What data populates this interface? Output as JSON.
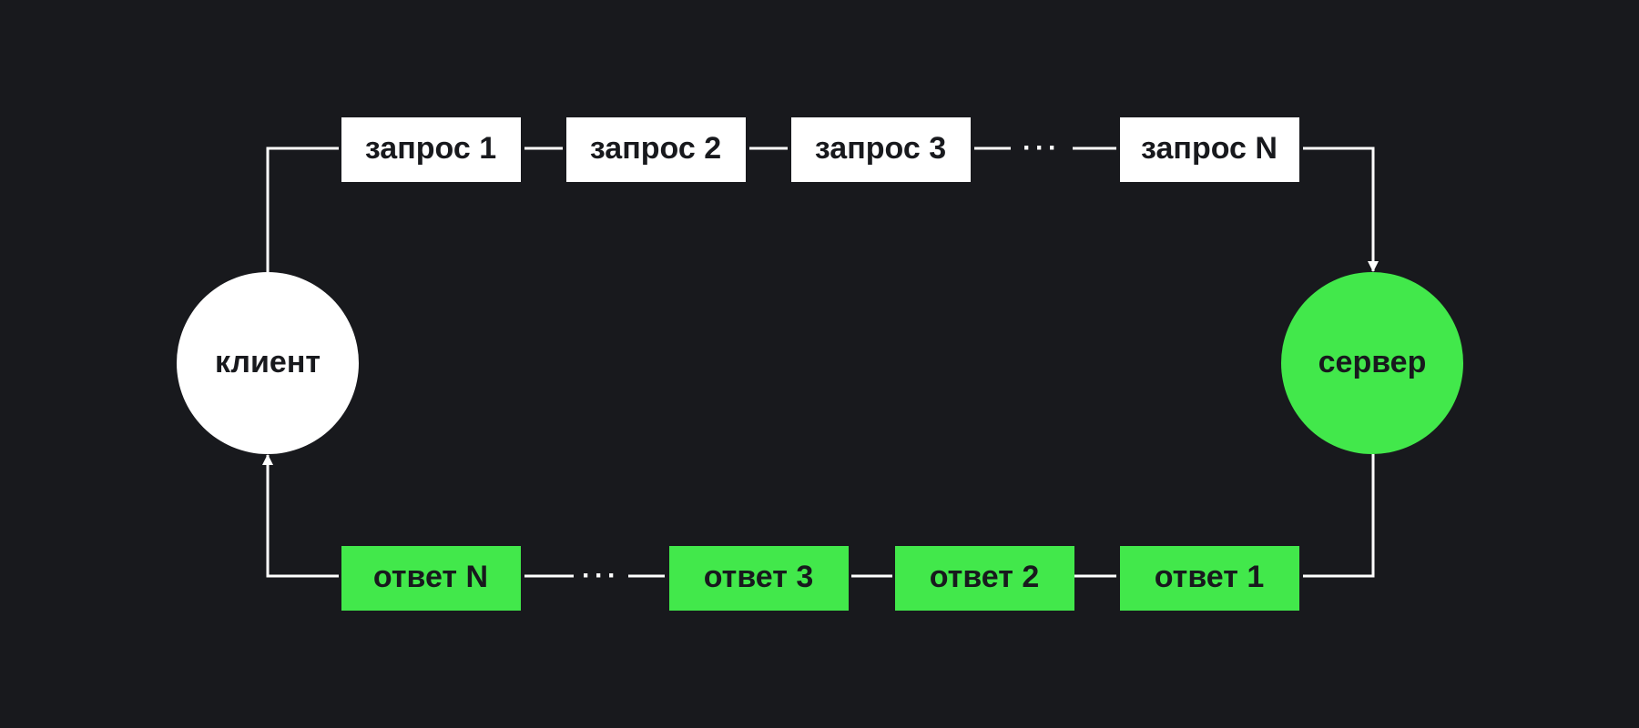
{
  "colors": {
    "background": "#18191d",
    "request_box": "#ffffff",
    "response_box": "#42e84b",
    "client_node": "#ffffff",
    "server_node": "#42e84b",
    "connector": "#ffffff",
    "label_text": "#18191d"
  },
  "nodes": {
    "client": {
      "label": "клиент"
    },
    "server": {
      "label": "сервер"
    }
  },
  "requests": [
    {
      "label": "запрос 1"
    },
    {
      "label": "запрос 2"
    },
    {
      "label": "запрос 3"
    },
    {
      "label": "запрос N"
    }
  ],
  "responses": [
    {
      "label": "ответ N"
    },
    {
      "label": "ответ 3"
    },
    {
      "label": "ответ 2"
    },
    {
      "label": "ответ 1"
    }
  ],
  "ellipsis": "···"
}
